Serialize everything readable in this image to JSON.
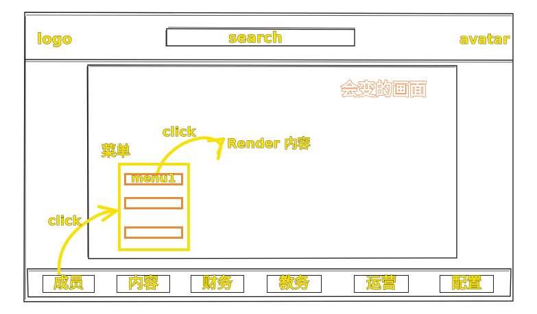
{
  "header": {
    "logo": "logo",
    "search": "search",
    "avatar": "avatar"
  },
  "canvas": {
    "title": "会变的画面",
    "render_label": "Render 内容"
  },
  "menu": {
    "label": "菜单",
    "items": [
      "menu1",
      "",
      ""
    ]
  },
  "annotations": {
    "click_top": "click",
    "click_left": "click"
  },
  "tabs": [
    "成员",
    "内容",
    "财务",
    "教务",
    "运营",
    "配置"
  ],
  "colors": {
    "highlight_yellow": "#f6e10a",
    "menu_orange": "#f08a30",
    "title_orange": "#f08a4b",
    "line": "#222222"
  }
}
